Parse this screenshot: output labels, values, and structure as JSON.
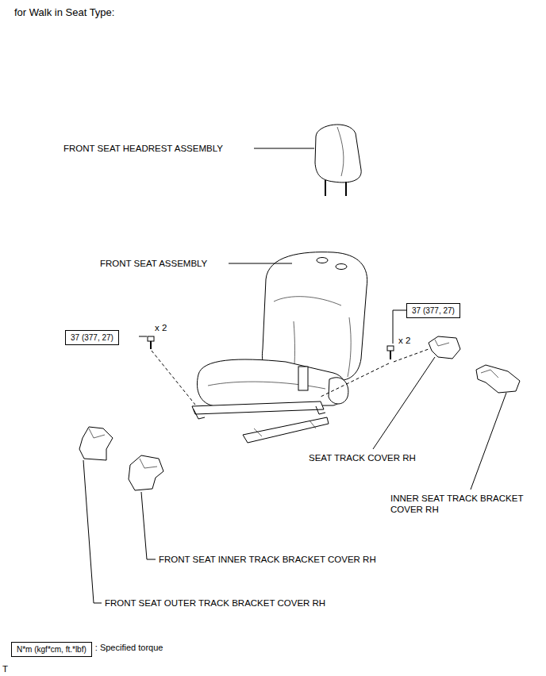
{
  "diagram": {
    "title": "for Walk in Seat Type:",
    "nodes": [
      {
        "text": [
          "37 (377, 27)"
        ]
      },
      {
        "text": [
          "37 (377, 27)"
        ]
      },
      {
        "text": [
          "N*m (kgf*cm, ft.*lbf)",
          ": Specified torque"
        ]
      }
    ],
    "labels": [
      "FRONT SEAT HEADREST ASSEMBLY",
      "FRONT SEAT ASSEMBLY",
      "x 2",
      "x 2",
      "SEAT TRACK COVER RH",
      "INNER SEAT TRACK BRACKET COVER RH",
      "FRONT SEAT INNER TRACK BRACKET COVER RH",
      "FRONT SEAT OUTER TRACK BRACKET COVER RH",
      "T"
    ]
  }
}
